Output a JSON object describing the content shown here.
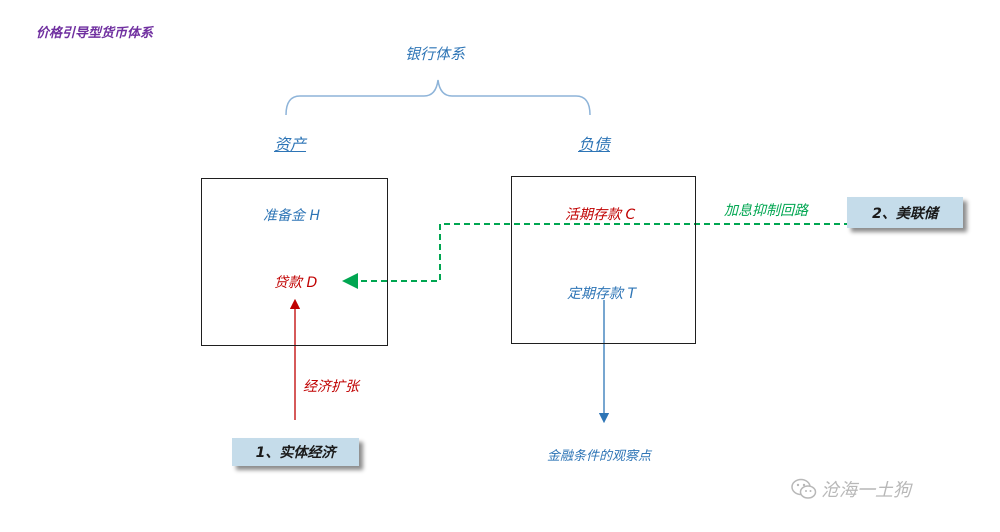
{
  "title": "价格引导型货币体系",
  "bank_system": "银行体系",
  "assets": {
    "label": "资产",
    "items": [
      "准备金 H",
      "贷款 D"
    ]
  },
  "liabilities": {
    "label": "负债",
    "items": [
      "活期存款 C",
      "定期存款 T"
    ]
  },
  "arrows": {
    "economic_expansion": "经济扩张",
    "rate_hike_loop": "加息抑制回路",
    "observation_point": "金融条件的观察点"
  },
  "drivers": {
    "real_economy": "1、实体经济",
    "fed": "2、美联储"
  },
  "watermark": {
    "icon": "wechat-icon",
    "text": "沧海一土狗"
  },
  "colors": {
    "blue": "#2e75b6",
    "red": "#c00000",
    "green": "#00a651",
    "purple": "#7030a0"
  }
}
